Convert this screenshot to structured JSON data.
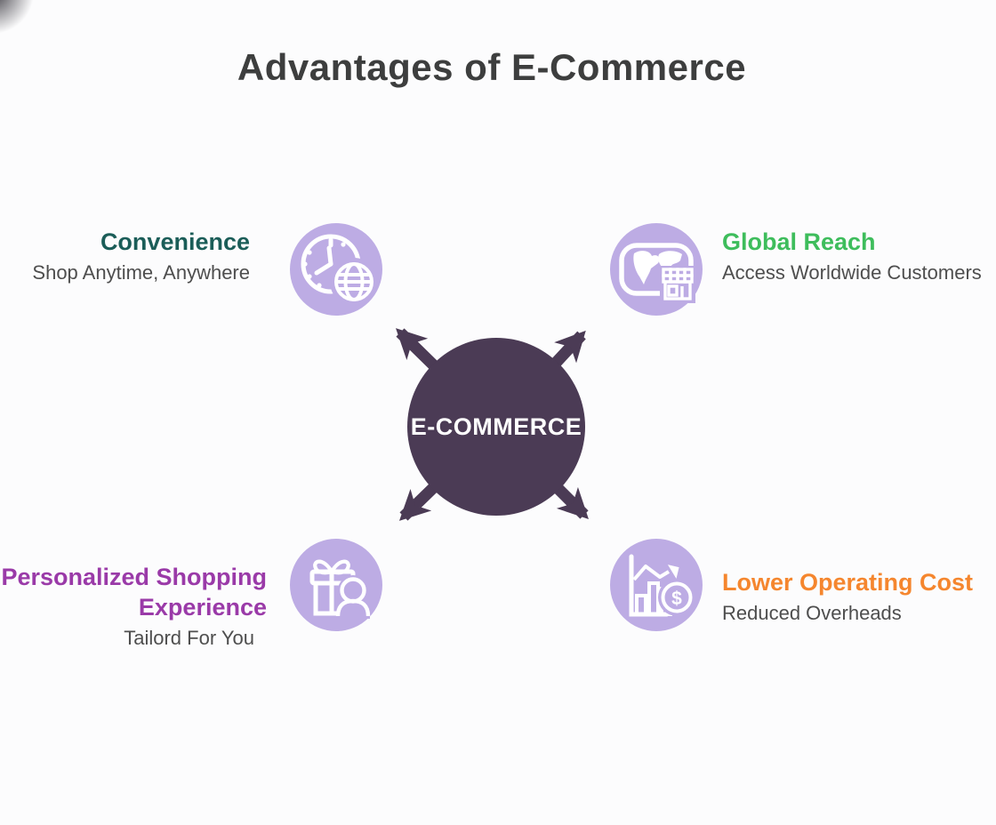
{
  "page": {
    "title": "Advantages of E-Commerce",
    "title_color": "#3d3e3e",
    "background_color": "#fcfcfd"
  },
  "center": {
    "label": "E-COMMERCE",
    "circle_color": "#4b3b55",
    "label_color": "#ffffff"
  },
  "icon_style": {
    "bg_color": "#bdace4",
    "glyph_color": "#ffffff"
  },
  "subtitle_color": "#4e4e4e",
  "advantages": [
    {
      "id": "convenience",
      "position": "top-left",
      "heading": "Convenience",
      "heading_lines": [
        "Convenience"
      ],
      "subtitle": "Shop Anytime, Anywhere",
      "heading_color": "#1b5d58",
      "icon": "clock-globe-icon"
    },
    {
      "id": "global-reach",
      "position": "top-right",
      "heading": "Global Reach",
      "heading_lines": [
        "Global Reach"
      ],
      "subtitle": "Access Worldwide Customers",
      "heading_color": "#3ebd5c",
      "icon": "world-map-storefront-icon"
    },
    {
      "id": "personalized-shopping-experience",
      "position": "bottom-left",
      "heading": "Personalized Shopping Experience",
      "heading_lines": [
        "Personalized Shopping",
        "Experience"
      ],
      "subtitle": "Tailord For You",
      "heading_color": "#9a3aa8",
      "icon": "gift-person-icon"
    },
    {
      "id": "lower-operating-cost",
      "position": "bottom-right",
      "heading": "Lower Operating Cost",
      "heading_lines": [
        "Lower Operating Cost"
      ],
      "subtitle": "Reduced Overheads",
      "heading_color": "#f5862e",
      "icon": "bar-chart-decline-dollar-icon"
    }
  ]
}
